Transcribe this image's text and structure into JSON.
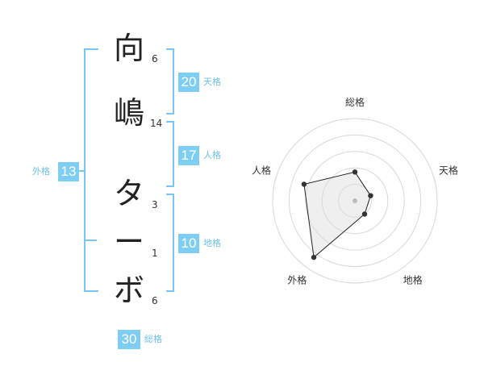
{
  "name_chars": [
    {
      "char": "向",
      "strokes": "6"
    },
    {
      "char": "嶋",
      "strokes": "14"
    },
    {
      "char": "タ",
      "strokes": "3"
    },
    {
      "char": "ー",
      "strokes": "1"
    },
    {
      "char": "ボ",
      "strokes": "6"
    }
  ],
  "kaku": {
    "tenkaku": {
      "value": "20",
      "label": "天格"
    },
    "jinkaku": {
      "value": "17",
      "label": "人格"
    },
    "chikaku": {
      "value": "10",
      "label": "地格"
    },
    "gaikaku": {
      "value": "13",
      "label": "外格"
    },
    "soukaku": {
      "value": "30",
      "label": "総格"
    }
  },
  "colors": {
    "accent": "#7ecef4",
    "label": "#6ec0ea",
    "bracket": "#79c7ee"
  },
  "chart_data": {
    "type": "radar",
    "axes": [
      "総格",
      "天格",
      "地格",
      "外格",
      "人格"
    ],
    "values": [
      0.35,
      0.2,
      0.2,
      0.85,
      0.65
    ],
    "rings": 5
  }
}
